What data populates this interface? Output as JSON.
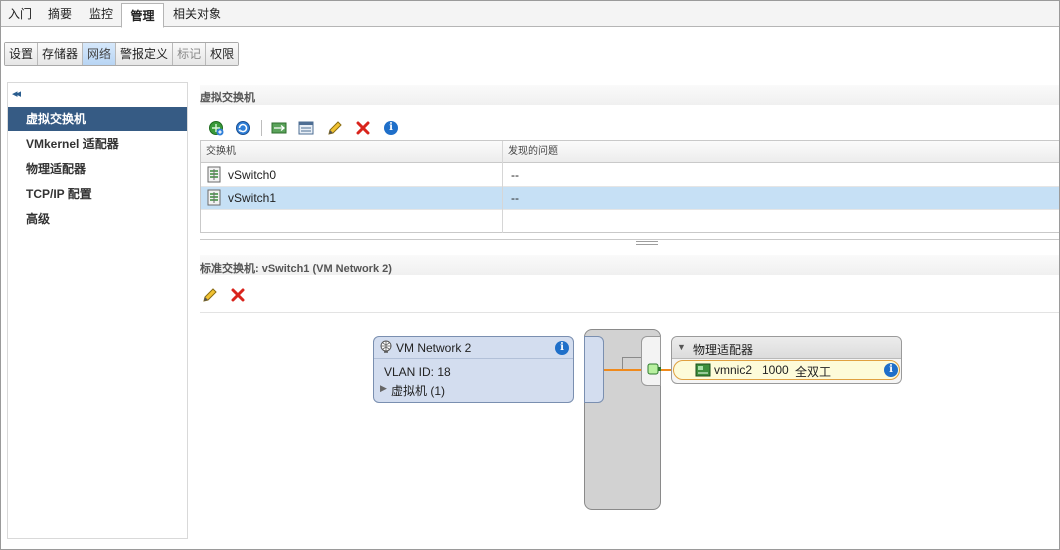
{
  "top_tabs": [
    "入门",
    "摘要",
    "监控",
    "管理",
    "相关对象"
  ],
  "sub_tabs": [
    "设置",
    "存储器",
    "网络",
    "警报定义",
    "标记",
    "权限"
  ],
  "nav": {
    "collapse": "◂◂",
    "items": [
      "虚拟交换机",
      "VMkernel 适配器",
      "物理适配器",
      "TCP/IP 配置",
      "高级"
    ]
  },
  "switches_panel": {
    "title": "虚拟交换机",
    "toolbar_icons": [
      "add-host-networking-icon",
      "refresh-icon",
      "migrate-icon",
      "view-settings-icon",
      "edit-icon",
      "delete-icon",
      "info-icon"
    ],
    "columns": [
      "交换机",
      "发现的问题"
    ],
    "rows": [
      {
        "name": "vSwitch0",
        "issues": "--"
      },
      {
        "name": "vSwitch1",
        "issues": "--"
      }
    ]
  },
  "detail": {
    "title": "标准交换机: vSwitch1 (VM Network 2)",
    "portgroup": {
      "name": "VM Network 2",
      "vlan": "VLAN ID: 18",
      "vms": "虚拟机 (1)"
    },
    "physical": {
      "header": "物理适配器",
      "nic": "vmnic2",
      "speed": "1000",
      "duplex": "全双工"
    }
  },
  "colors": {
    "selected_row": "#c6e0f5",
    "nav_active": "#365b84",
    "uplink": "#f08a1c"
  }
}
